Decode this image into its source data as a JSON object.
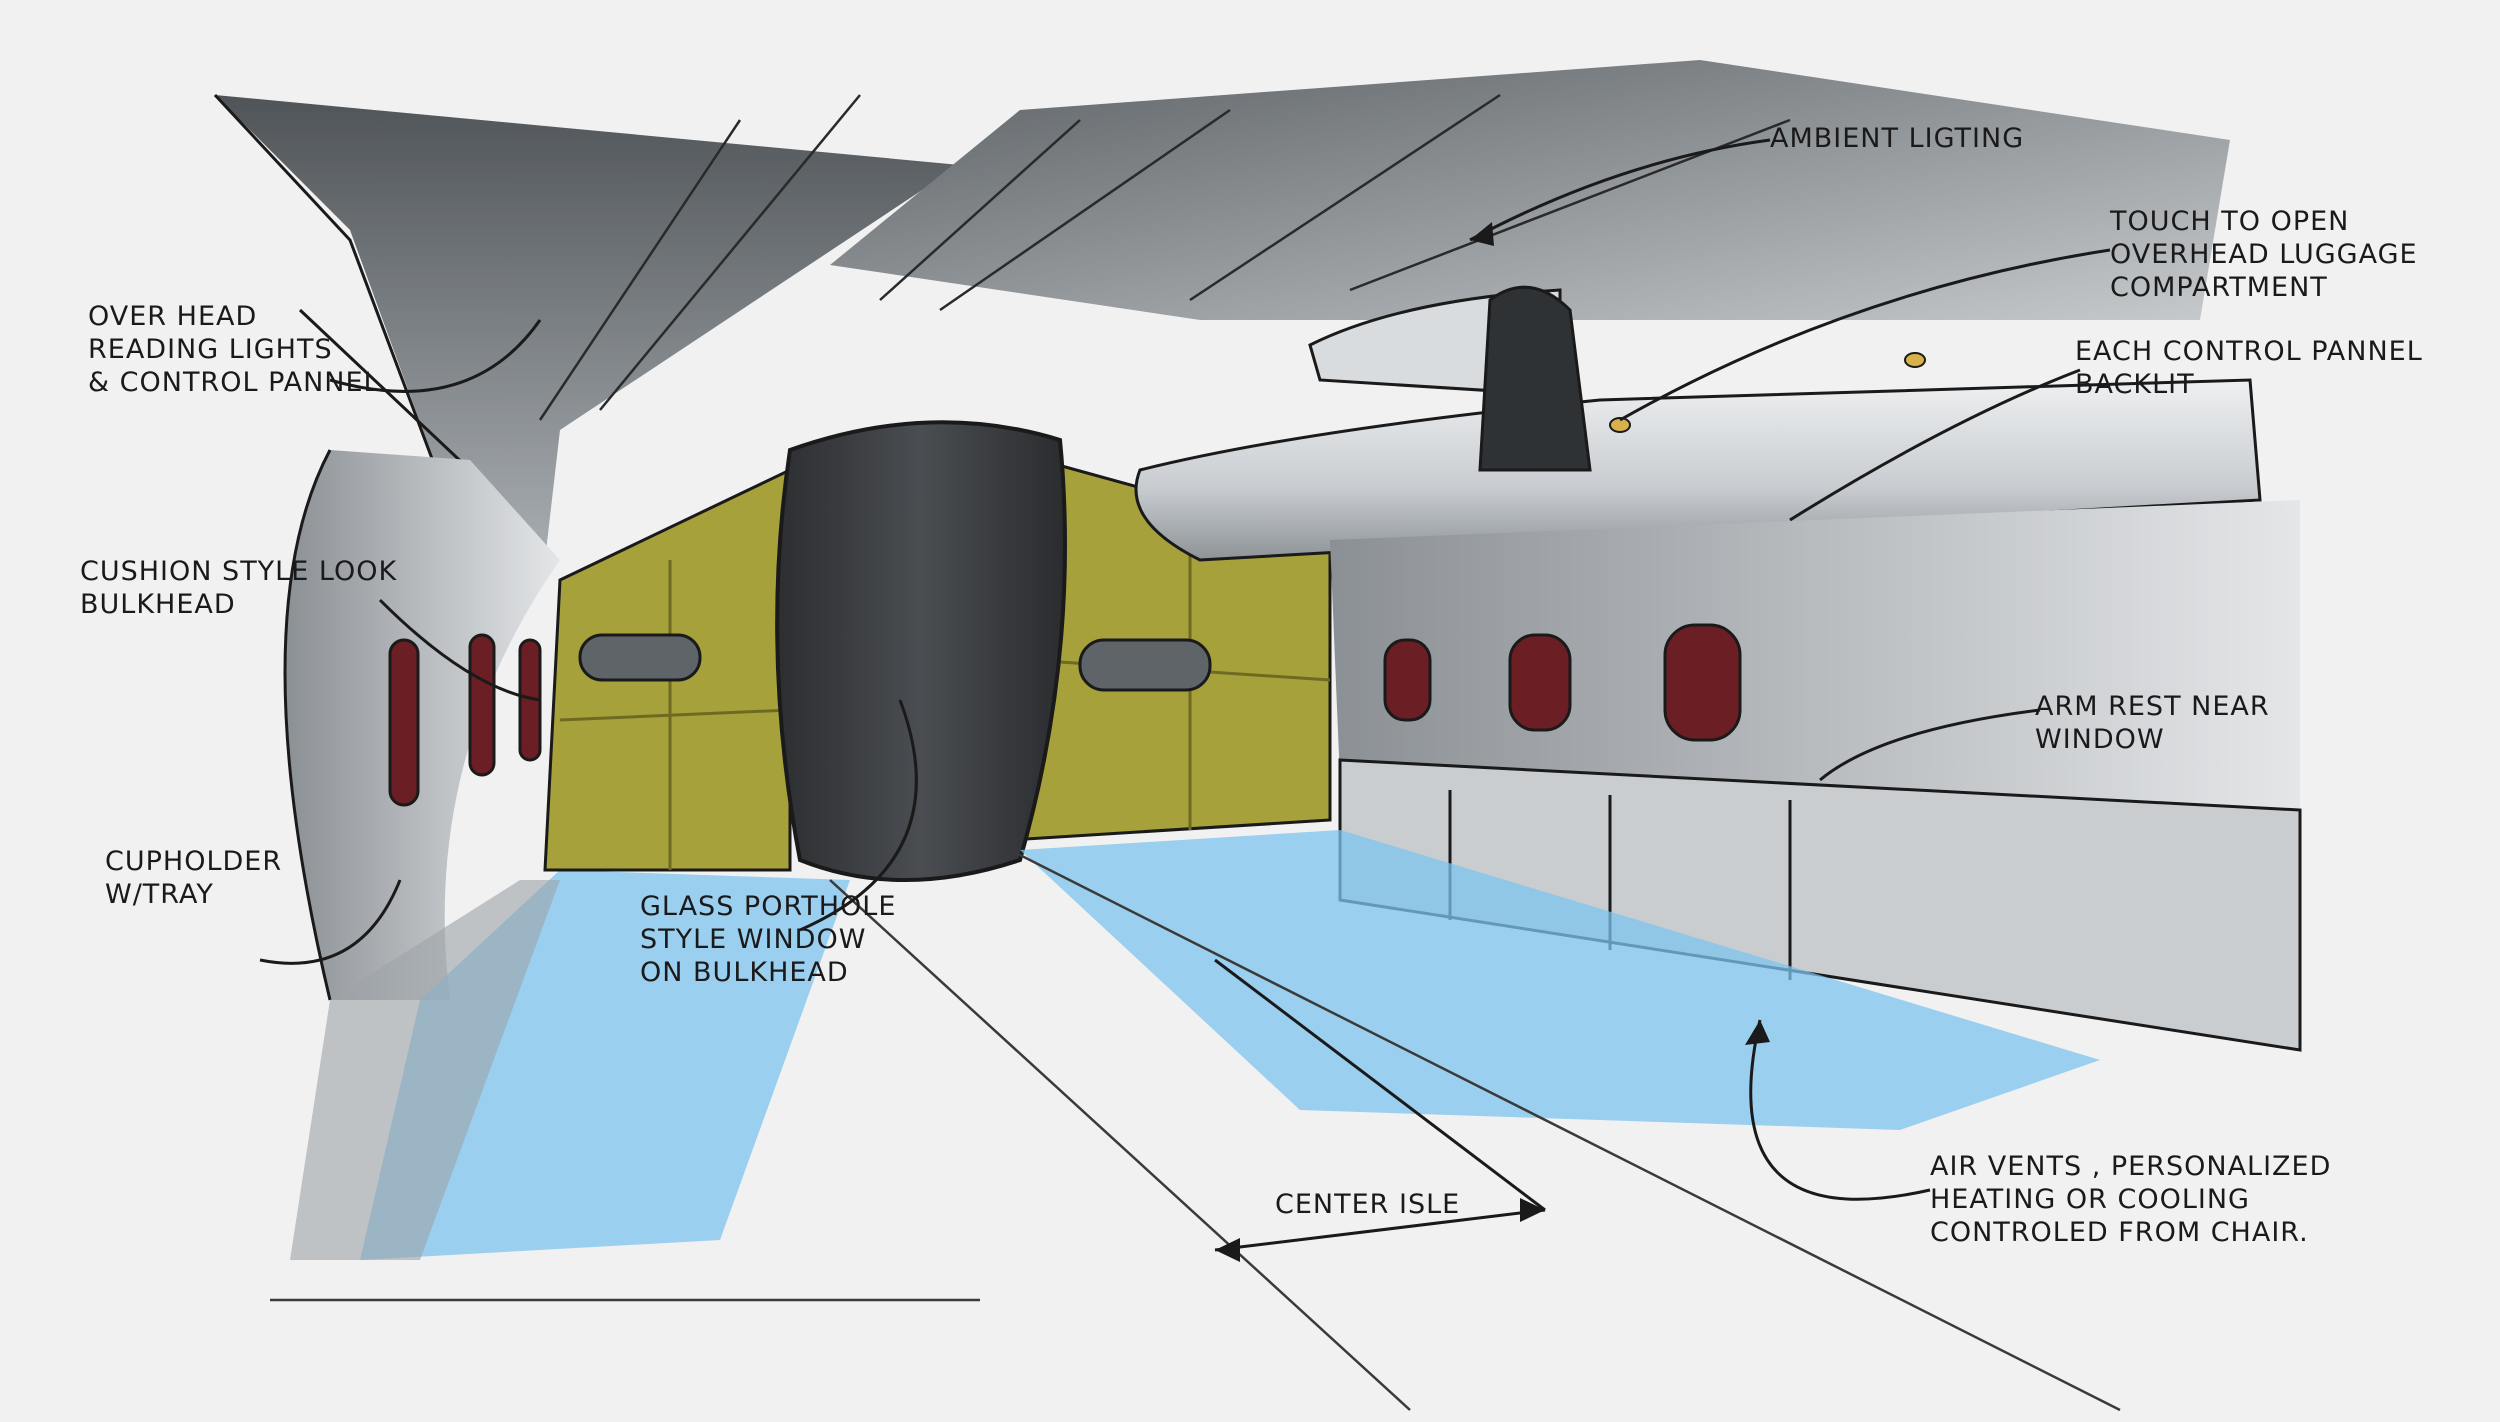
{
  "annotations": {
    "overhead_reading_lights": "OVER HEAD\nREADING LIGHTS\n& CONTROL PANNEL",
    "cushion_bulkhead": "CUSHION STYLE LOOK\nBULKHEAD",
    "cupholder": "CUPHOLDER\nW/TRAY",
    "glass_porthole": "GLASS PORTHOLE\nSTYLE WINDOW\nON BULKHEAD",
    "center_isle": "CENTER ISLE",
    "ambient_lighting": "AMBIENT LIGTING",
    "touch_to_open": "TOUCH TO OPEN\nOVERHEAD LUGGAGE\nCOMPARTMENT",
    "control_panel_backlit": "EACH CONTROL PANNEL\nBACKLIT",
    "armrest": "ARM REST NEAR\nWINDOW",
    "air_vents": "AIR VENTS , PERSONALIZED\nHEATING OR COOLING\nCONTROLED FROM CHAIR."
  },
  "colors": {
    "paper": "#f1f1f1",
    "ink": "#1a1a1a",
    "gray_dark": "#5f6468",
    "gray_mid": "#8a9095",
    "gray_light": "#b9bdc1",
    "light_blue": "#7cc3ee",
    "olive": "#a7a13b",
    "olive_dark": "#6f6a22",
    "porthole_dark": "#3b3d40",
    "window_red": "#6b1e24"
  }
}
